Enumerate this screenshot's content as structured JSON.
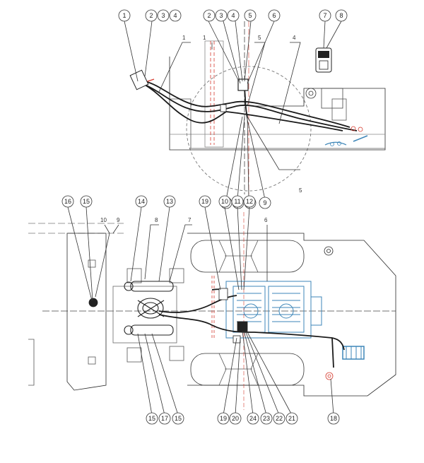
{
  "top_view": {
    "callouts": [
      "1",
      "2",
      "3",
      "4",
      "2",
      "3",
      "4",
      "5",
      "6",
      "7",
      "8",
      "9",
      "10",
      "11",
      "12"
    ],
    "part_labels": [
      "1",
      "1",
      "5",
      "4",
      "5"
    ]
  },
  "bottom_view": {
    "callouts_top": [
      "16",
      "15",
      "14",
      "13",
      "19",
      "10",
      "11",
      "12"
    ],
    "callouts_bottom": [
      "15",
      "17",
      "15",
      "19",
      "20",
      "24",
      "23",
      "22",
      "21",
      "18"
    ],
    "part_labels": [
      "10",
      "9",
      "8",
      "7",
      "6"
    ]
  },
  "colors": {
    "line": "#2a2a2a",
    "hose": "#1a1a1a",
    "red": "#d63b2f",
    "blue": "#3d86b8"
  }
}
